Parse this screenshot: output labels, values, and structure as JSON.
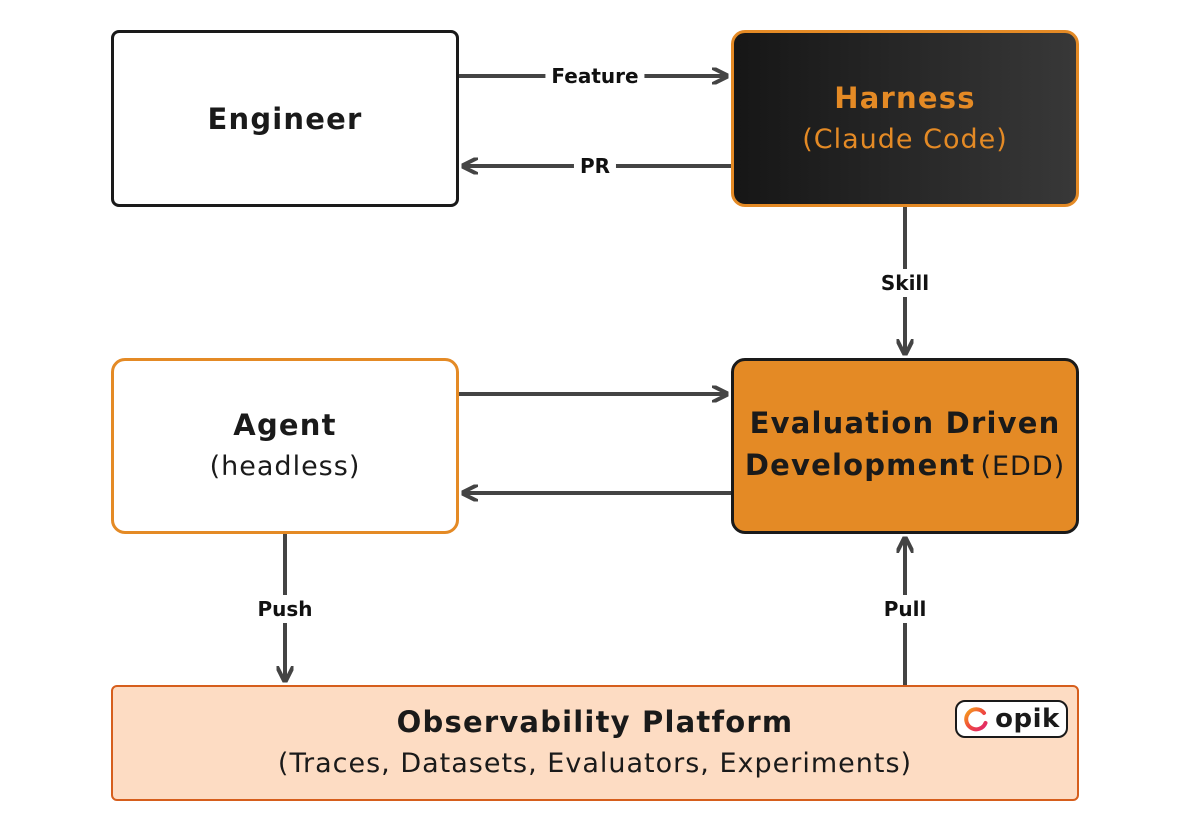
{
  "nodes": {
    "engineer": {
      "title": "Engineer"
    },
    "harness": {
      "title": "Harness",
      "subtitle": "(Claude Code)"
    },
    "agent": {
      "title": "Agent",
      "subtitle": "(headless)"
    },
    "edd": {
      "title_line1": "Evaluation Driven",
      "title_line2": "Development",
      "suffix": "(EDD)"
    },
    "observability": {
      "title": "Observability Platform",
      "subtitle": "(Traces, Datasets, Evaluators, Experiments)"
    }
  },
  "edges": {
    "feature": "Feature",
    "pr": "PR",
    "skill": "Skill",
    "push": "Push",
    "pull": "Pull"
  },
  "logo": {
    "text": "opik",
    "icon": "opik-logo-icon"
  },
  "colors": {
    "accent": "#e48a25",
    "dark": "#1a1a1a",
    "platform_fill": "#fddcc3",
    "platform_border": "#d65e1c",
    "arrow": "#444444"
  }
}
